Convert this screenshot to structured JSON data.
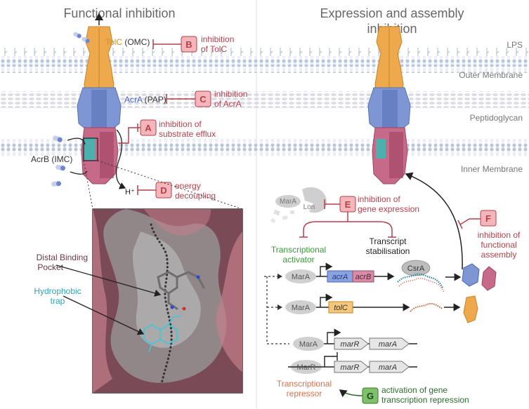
{
  "panels": {
    "left_title": "Functional inhibition",
    "right_title_line1": "Expression and assembly",
    "right_title_line2": "inhibition"
  },
  "membrane_labels": {
    "lps": "LPS",
    "outer": "Outer Membrane",
    "peptidoglycan": "Peptidoglycan",
    "inner": "Inner Membrane"
  },
  "pump": {
    "tolc_name": "TolC",
    "tolc_suffix": " (OMC)",
    "acra_name": "AcrA",
    "acra_suffix": " (PAP)",
    "acrb_label": "AcrB (IMC)",
    "proton": "H⁺"
  },
  "inhibition_sites": {
    "A": {
      "letter": "A",
      "line1": "inhibition of",
      "line2": "substrate efflux"
    },
    "B": {
      "letter": "B",
      "line1": "inhibition",
      "line2": "of TolC"
    },
    "C": {
      "letter": "C",
      "line1": "inhibition",
      "line2": "of AcrA"
    },
    "D": {
      "letter": "D",
      "line1": "energy",
      "line2": "decoupling"
    },
    "E": {
      "letter": "E",
      "line1": "inhibition of",
      "line2": "gene expression"
    },
    "F": {
      "letter": "F",
      "line1": "inhibition of",
      "line2": "functional",
      "line3": "assembly"
    },
    "G": {
      "letter": "G",
      "line1": "activation of gene",
      "line2": "transcription repression"
    }
  },
  "binding_pocket": {
    "distal_line1": "Distal Binding",
    "distal_line2": "Pocket",
    "trap_line1": "Hydrophobic",
    "trap_line2": "trap"
  },
  "regulation": {
    "mara_lon_1": "MarA",
    "mara_lon_2": "Lon",
    "activator_line1": "Transcriptional",
    "activator_line2": "activator",
    "stabilisation_line1": "Transcript",
    "stabilisation_line2": "stabilisation",
    "repressor_line1": "Transcriptional",
    "repressor_line2": "repressor",
    "mara": "MarA",
    "marr": "MarR",
    "csra": "CsrA",
    "gene_acra": "acrA",
    "gene_acrb": "acrB",
    "gene_tolc": "tolC",
    "gene_marr": "marR",
    "gene_mara": "marA"
  },
  "colors": {
    "tolc": "#e8a84a",
    "acra": "#7b90cf",
    "acrb": "#c06a86",
    "inhibition": "#b5404a",
    "badge_fill": "#f4b6ba",
    "badge_green": "#7fc06a",
    "activator": "#3a9a3a",
    "repressor": "#e07050",
    "trap": "#3cb8c8",
    "membrane": "#b8c6dc"
  }
}
